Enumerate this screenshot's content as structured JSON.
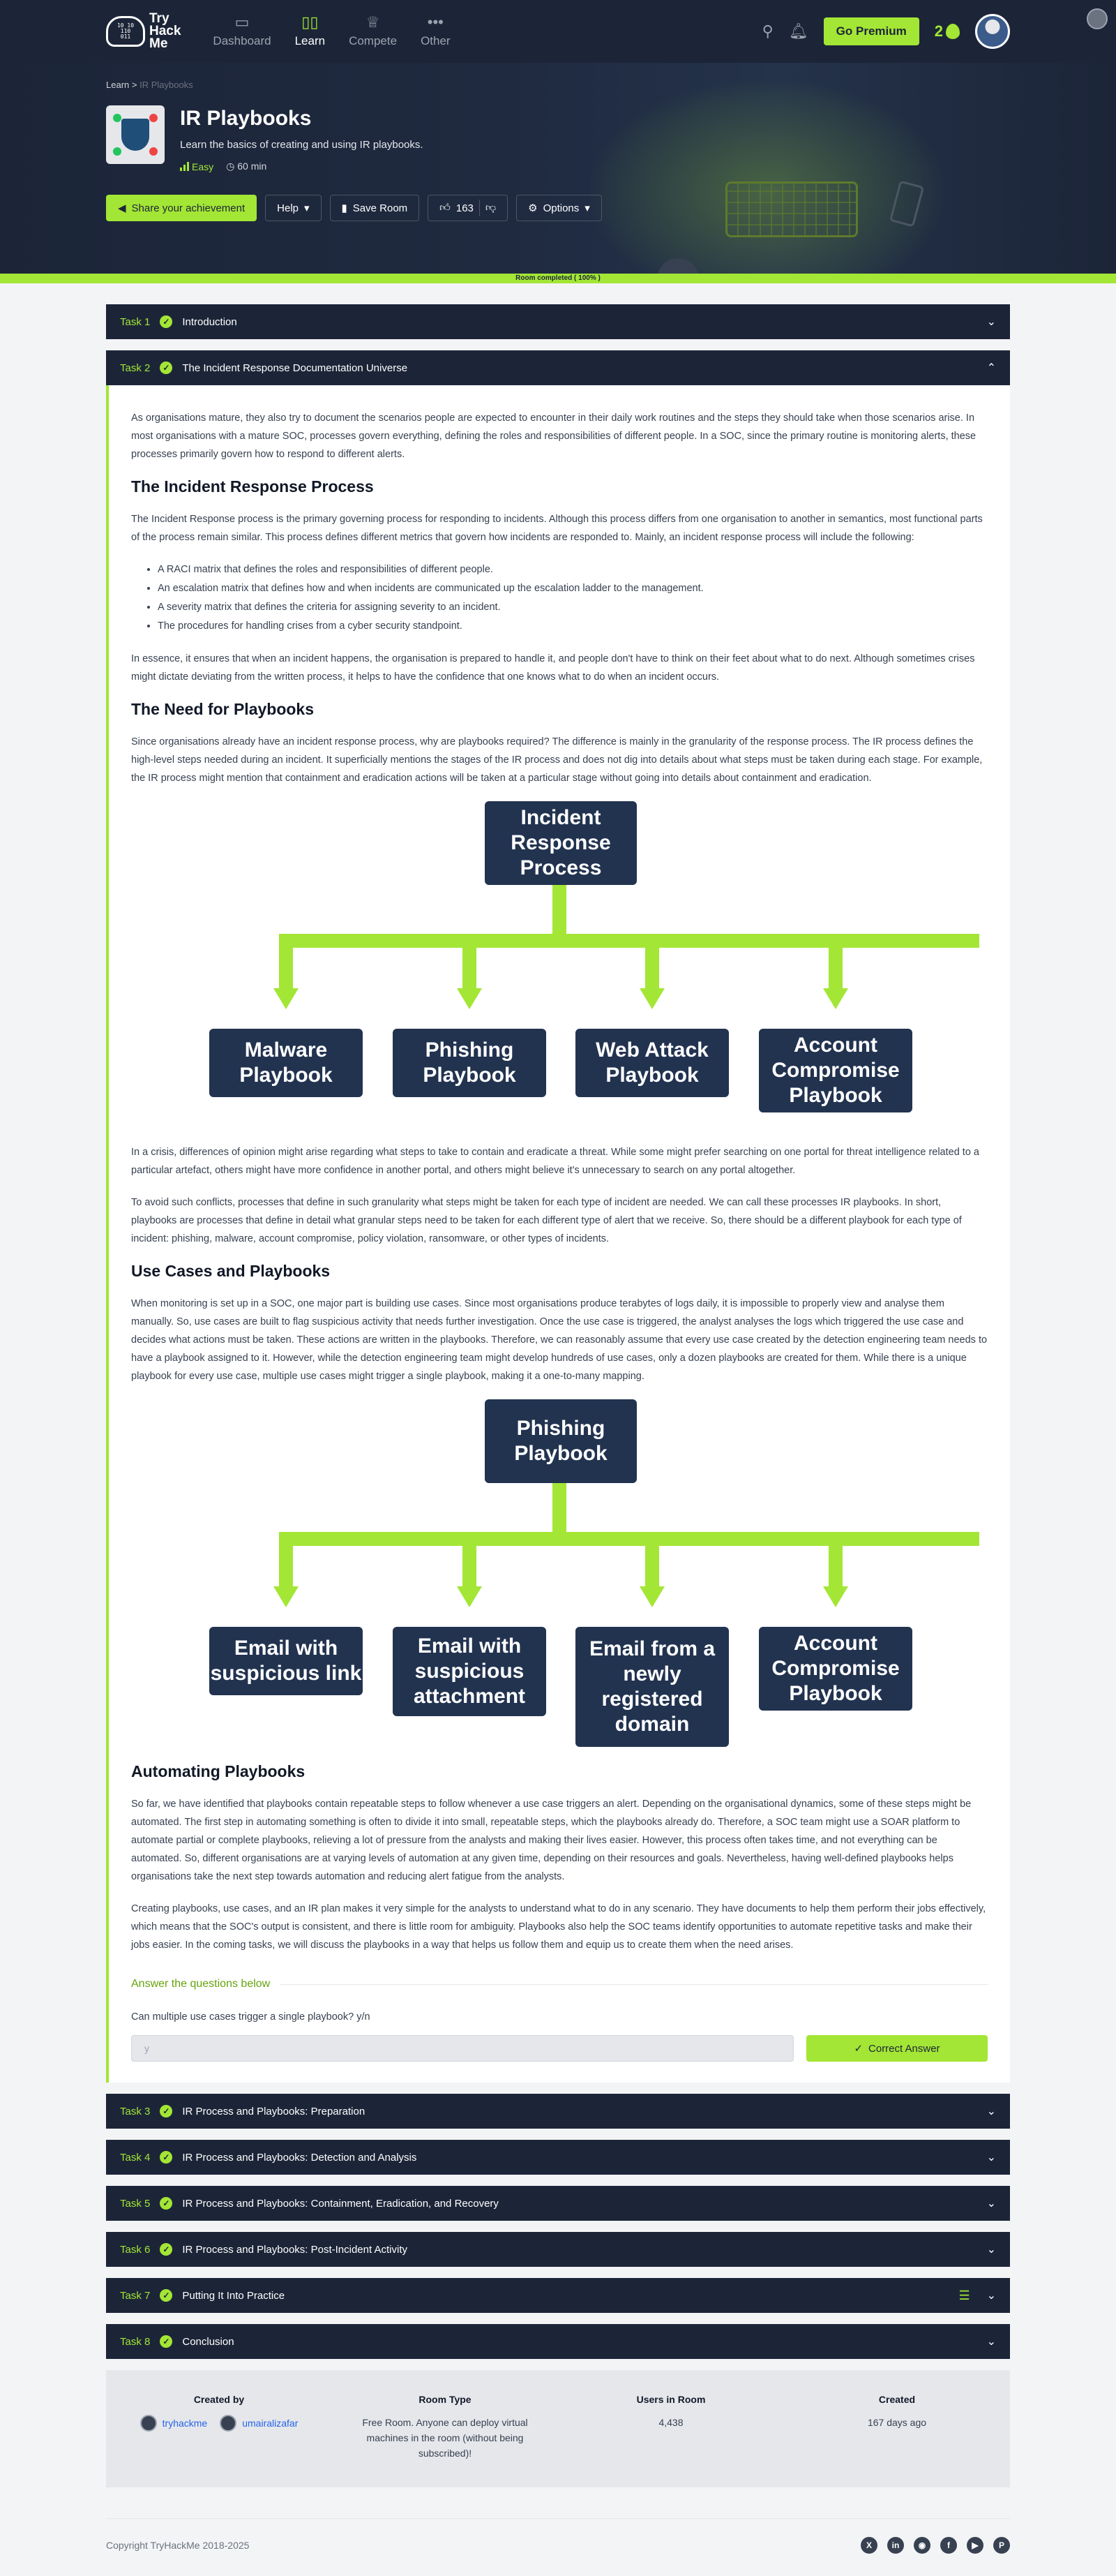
{
  "nav": {
    "logo_line1": "Try",
    "logo_line2": "Hack",
    "logo_line3": "Me",
    "links": [
      {
        "label": "Dashboard",
        "icon": "dashboard-icon"
      },
      {
        "label": "Learn",
        "icon": "learn-icon"
      },
      {
        "label": "Compete",
        "icon": "trophy-icon"
      },
      {
        "label": "Other",
        "icon": "more-icon"
      }
    ],
    "premium_label": "Go Premium",
    "streak": "2"
  },
  "hero": {
    "breadcrumb_learn": "Learn",
    "breadcrumb_sep": ">",
    "breadcrumb_current": "IR Playbooks",
    "title": "IR Playbooks",
    "subtitle": "Learn the basics of creating and using IR playbooks.",
    "difficulty": "Easy",
    "duration": "60 min",
    "share_label": "Share your achievement",
    "help_label": "Help",
    "save_label": "Save Room",
    "likes": "163",
    "options_label": "Options"
  },
  "progress_label": "Room completed ( 100% )",
  "tasks": [
    {
      "num": "Task 1",
      "title": "Introduction"
    },
    {
      "num": "Task 2",
      "title": "The Incident Response Documentation Universe"
    },
    {
      "num": "Task 3",
      "title": "IR Process and Playbooks: Preparation"
    },
    {
      "num": "Task 4",
      "title": "IR Process and Playbooks: Detection and Analysis"
    },
    {
      "num": "Task 5",
      "title": "IR Process and Playbooks: Containment, Eradication, and Recovery"
    },
    {
      "num": "Task 6",
      "title": "IR Process and Playbooks: Post-Incident Activity"
    },
    {
      "num": "Task 7",
      "title": "Putting It Into Practice"
    },
    {
      "num": "Task 8",
      "title": "Conclusion"
    }
  ],
  "body": {
    "p1": "As organisations mature, they also try to document the scenarios people are expected to encounter in their daily work routines and the steps they should take when those scenarios arise. In most organisations with a mature SOC, processes govern everything, defining the roles and responsibilities of different people. In a SOC, since the primary routine is monitoring alerts, these processes primarily govern how to respond to different alerts.",
    "h_process": "The Incident Response Process",
    "p2": "The Incident Response process is the primary governing process for responding to incidents. Although this process differs from one organisation to another in semantics, most functional parts of the process remain similar. This process defines different metrics that govern how incidents are responded to. Mainly, an incident response process will include the following:",
    "list": [
      "A RACI matrix that defines the roles and responsibilities of different people.",
      "An escalation matrix that defines how and when incidents are communicated up the escalation ladder to the management.",
      "A severity matrix that defines the criteria for assigning severity to an incident.",
      "The procedures for handling crises from a cyber security standpoint."
    ],
    "p3": "In essence, it ensures that when an incident happens, the organisation is prepared to handle it, and people don't have to think on their feet about what to do next. Although sometimes crises might dictate deviating from the written process, it helps to have the confidence that one knows what to do when an incident occurs.",
    "h_need": "The Need for Playbooks",
    "p4": "Since organisations already have an incident response process, why are playbooks required? The difference is mainly in the granularity of the response process. The IR process defines the high-level steps needed during an incident. It superficially mentions the stages of the IR process and does not dig into details about what steps must be taken during each stage. For example, the IR process might mention that containment and eradication actions will be taken at a particular stage without going into details about containment and eradication.",
    "diagram1": {
      "root": "Incident Response Process",
      "children": [
        "Malware Playbook",
        "Phishing Playbook",
        "Web Attack Playbook",
        "Account Compromise Playbook"
      ]
    },
    "p5": "In a crisis, differences of opinion might arise regarding what steps to take to contain and eradicate a threat. While some might prefer searching on one portal for threat intelligence related to a particular artefact, others might have more confidence in another portal, and others might believe it's unnecessary to search on any portal altogether.",
    "p6": "To avoid such conflicts, processes that define in such granularity what steps might be taken for each type of incident are needed. We can call these processes IR playbooks. In short, playbooks are processes that define in detail what granular steps need to be taken for each different type of alert that we receive. So, there should be a different playbook for each type of incident: phishing, malware, account compromise, policy violation, ransomware, or other types of incidents.",
    "h_use": "Use Cases and Playbooks",
    "p7": "When monitoring is set up in a SOC, one major part is building use cases. Since most organisations produce terabytes of logs daily, it is impossible to properly view and analyse them manually. So, use cases are built to flag suspicious activity that needs further investigation. Once the use case is triggered, the analyst analyses the logs which triggered the use case and decides what actions must be taken. These actions are written in the playbooks. Therefore, we can reasonably assume that every use case created by the detection engineering team needs to have a playbook assigned to it. However, while the detection engineering team might develop hundreds of use cases, only a dozen playbooks are created for them. While there is a unique playbook for every use case, multiple use cases might trigger a single playbook, making it a one-to-many mapping.",
    "diagram2": {
      "root": "Phishing Playbook",
      "children": [
        "Email with suspicious link",
        "Email with suspicious attachment",
        "Email from a newly registered domain",
        "Account Compromise Playbook"
      ]
    },
    "h_auto": "Automating Playbooks",
    "p8": "So far, we have identified that playbooks contain repeatable steps to follow whenever a use case triggers an alert. Depending on the organisational dynamics, some of these steps might be automated. The first step in automating something is often to divide it into small, repeatable steps, which the playbooks already do. Therefore, a SOC team might use a SOAR platform to automate partial or complete playbooks, relieving a lot of pressure from the analysts and making their lives easier. However, this process often takes time, and not everything can be automated. So, different organisations are at varying levels of automation at any given time, depending on their resources and goals. Nevertheless, having well-defined playbooks helps organisations take the next step towards automation and reducing alert fatigue from the analysts.",
    "p9": "Creating playbooks, use cases, and an IR plan makes it very simple for the analysts to understand what to do in any scenario. They have documents to help them perform their jobs effectively, which means that the SOC's output is consistent, and there is little room for ambiguity. Playbooks also help the SOC teams identify opportunities to automate repetitive tasks and make their jobs easier. In the coming tasks, we will discuss the playbooks in a way that helps us follow them and equip us to create them when the need arises.",
    "answer_heading": "Answer the questions below",
    "question": "Can multiple use cases trigger a single playbook? y/n",
    "answer_value": "y",
    "correct_label": "Correct Answer"
  },
  "info": {
    "created_by_h": "Created by",
    "creators": [
      "tryhackme",
      "umairalizafar"
    ],
    "room_type_h": "Room Type",
    "room_type": "Free Room. Anyone can deploy virtual machines in the room (without being subscribed)!",
    "users_h": "Users in Room",
    "users": "4,438",
    "created_h": "Created",
    "created": "167 days ago"
  },
  "footer": {
    "copyright": "Copyright TryHackMe 2018-2025",
    "socials": [
      "x-icon",
      "linkedin-icon",
      "discord-icon",
      "facebook-icon",
      "youtube-icon",
      "pinterest-icon"
    ]
  },
  "colors": {
    "accent": "#a3e635",
    "navy": "#1c2538",
    "box": "#223350"
  }
}
